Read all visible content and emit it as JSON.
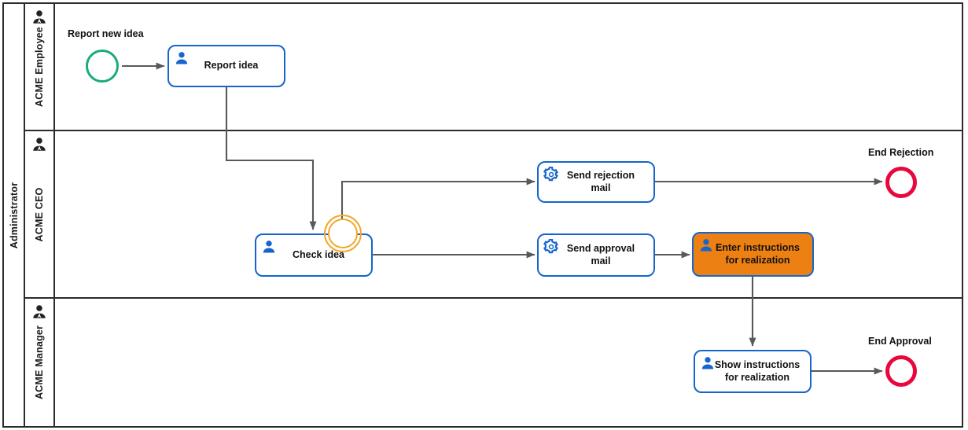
{
  "diagram": {
    "type": "bpmn-process",
    "title": "Administrator",
    "pool": {
      "label": "Administrator"
    },
    "lanes": [
      {
        "id": "lane-employee",
        "label": "ACME Employee",
        "icon": "person-icon"
      },
      {
        "id": "lane-ceo",
        "label": "ACME CEO",
        "icon": "person-icon"
      },
      {
        "id": "lane-manager",
        "label": "ACME Manager",
        "icon": "person-icon"
      }
    ],
    "colors": {
      "task_border": "#1765cc",
      "task_icon": "#1765cc",
      "highlight_fill": "#ed8013",
      "start_event": "#1aab7d",
      "end_event": "#e8083e",
      "boundary_event": "#f0a92b",
      "flow_line": "#595959",
      "pool_border": "#2b2b2b"
    },
    "events": [
      {
        "id": "start-report-new-idea",
        "kind": "start-event",
        "label": "Report new idea",
        "lane": "ACME Employee"
      },
      {
        "id": "boundary-check-idea",
        "kind": "boundary-event",
        "label": "",
        "lane": "ACME CEO"
      },
      {
        "id": "end-rejection",
        "kind": "end-event",
        "label": "End Rejection",
        "lane": "ACME CEO"
      },
      {
        "id": "end-approval",
        "kind": "end-event",
        "label": "End Approval",
        "lane": "ACME Manager"
      }
    ],
    "tasks": [
      {
        "id": "task-report-idea",
        "label": "Report idea",
        "icon": "user-task-icon",
        "lane": "ACME Employee",
        "highlighted": false
      },
      {
        "id": "task-check-idea",
        "label": "Check idea",
        "icon": "user-task-icon",
        "lane": "ACME CEO",
        "highlighted": false
      },
      {
        "id": "task-send-rejection-mail",
        "label": "Send rejection\nmail",
        "icon": "service-task-gear-icon",
        "lane": "ACME CEO",
        "highlighted": false
      },
      {
        "id": "task-send-approval-mail",
        "label": "Send approval\nmail",
        "icon": "service-task-gear-icon",
        "lane": "ACME CEO",
        "highlighted": false
      },
      {
        "id": "task-enter-instructions",
        "label": "Enter instructions\nfor realization",
        "icon": "user-task-icon",
        "lane": "ACME CEO",
        "highlighted": true
      },
      {
        "id": "task-show-instructions",
        "label": "Show instructions\nfor realization",
        "icon": "user-task-icon",
        "lane": "ACME Manager",
        "highlighted": false
      }
    ],
    "flows": [
      {
        "from": "start-report-new-idea",
        "to": "task-report-idea"
      },
      {
        "from": "task-report-idea",
        "to": "task-check-idea"
      },
      {
        "from": "boundary-check-idea",
        "to": "task-send-rejection-mail"
      },
      {
        "from": "task-send-rejection-mail",
        "to": "end-rejection"
      },
      {
        "from": "task-check-idea",
        "to": "task-send-approval-mail"
      },
      {
        "from": "task-send-approval-mail",
        "to": "task-enter-instructions"
      },
      {
        "from": "task-enter-instructions",
        "to": "task-show-instructions"
      },
      {
        "from": "task-show-instructions",
        "to": "end-approval"
      }
    ]
  }
}
